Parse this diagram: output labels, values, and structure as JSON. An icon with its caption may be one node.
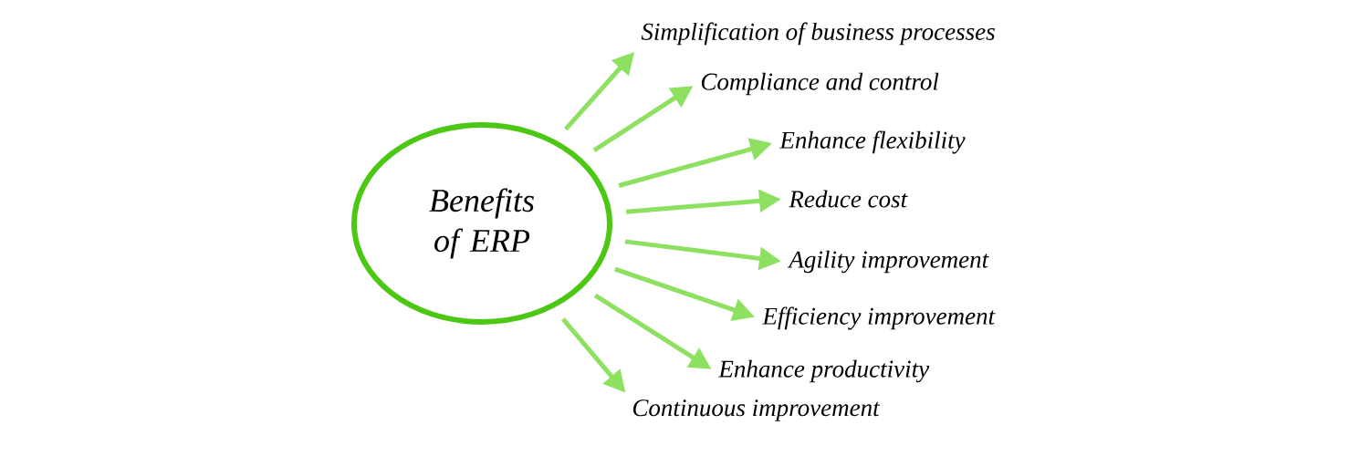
{
  "diagram": {
    "nodes": [
      {
        "text": [
          "Benefits of ERP"
        ]
      },
      {
        "text": [
          "Simplification of business processes"
        ]
      },
      {
        "text": [
          "Compliance and control"
        ]
      },
      {
        "text": [
          "Enhance flexibility"
        ]
      },
      {
        "text": [
          "Reduce cost"
        ]
      },
      {
        "text": [
          "Agility improvement"
        ]
      },
      {
        "text": [
          "Efficiency improvement"
        ]
      },
      {
        "text": [
          "Enhance productivity"
        ]
      },
      {
        "text": [
          "Continuous improvement"
        ]
      }
    ],
    "edges": [
      {
        "from": 0,
        "to": 1,
        "arrow": "to"
      },
      {
        "from": 0,
        "to": 2,
        "arrow": "to"
      },
      {
        "from": 0,
        "to": 3,
        "arrow": "to"
      },
      {
        "from": 0,
        "to": 4,
        "arrow": "to"
      },
      {
        "from": 0,
        "to": 5,
        "arrow": "to"
      },
      {
        "from": 0,
        "to": 6,
        "arrow": "to"
      },
      {
        "from": 0,
        "to": 7,
        "arrow": "to"
      },
      {
        "from": 0,
        "to": 8,
        "arrow": "to"
      }
    ]
  }
}
